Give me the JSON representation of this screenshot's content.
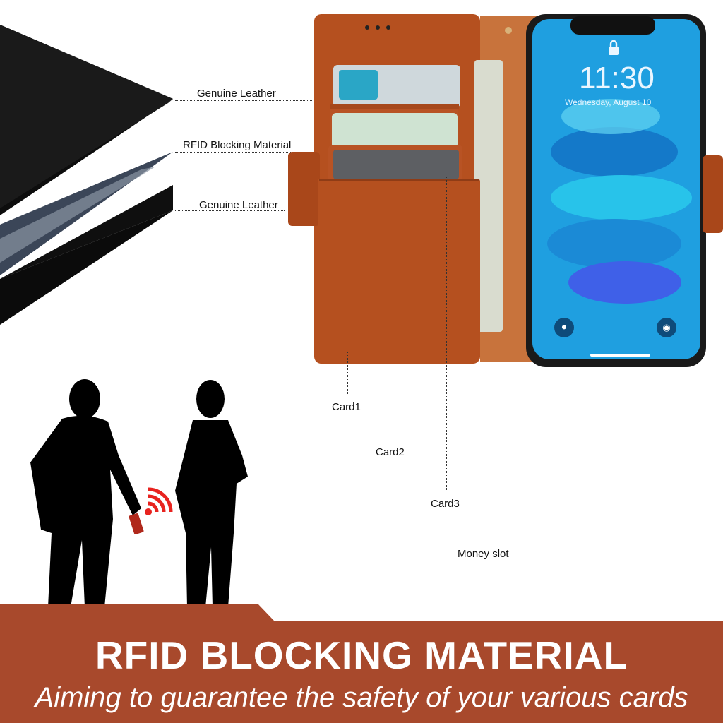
{
  "layers": {
    "top_label": "Genuine Leather",
    "middle_label": "RFID Blocking Material",
    "bottom_label": "Genuine Leather"
  },
  "slots": {
    "card1": "Card1",
    "card2": "Card2",
    "card3": "Card3",
    "money": "Money slot"
  },
  "phone": {
    "time": "11:30",
    "date": "Wednesday, August 10"
  },
  "banner": {
    "title": "RFID BLOCKING MATERIAL",
    "subtitle": "Aiming to guarantee the safety of your various cards"
  },
  "colors": {
    "leather": "#b5501f",
    "banner": "#a8492c",
    "rfid_signal": "#e8231f",
    "screen": "#1f9fe0"
  },
  "icons": [
    "lock-icon",
    "flashlight-icon",
    "camera-icon",
    "rfid-signal-icon"
  ]
}
